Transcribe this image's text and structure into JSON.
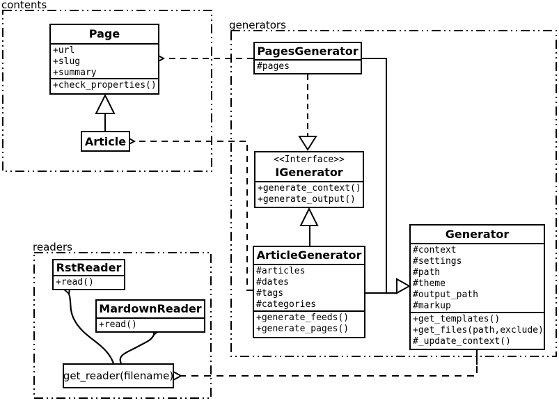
{
  "packages": {
    "contents": {
      "label": "contents"
    },
    "generators": {
      "label": "generators"
    },
    "readers": {
      "label": "readers"
    }
  },
  "classes": {
    "page": {
      "title": "Page",
      "attributes": [
        "+url",
        "+slug",
        "+summary"
      ],
      "methods": [
        "+check_properties()"
      ]
    },
    "article": {
      "title": "Article"
    },
    "pages_generator": {
      "title": "PagesGenerator",
      "attributes": [
        "#pages"
      ]
    },
    "igenerator": {
      "stereotype": "<<Interface>>",
      "title": "IGenerator",
      "methods": [
        "+generate_context()",
        "+generate_output()"
      ]
    },
    "article_generator": {
      "title": "ArticleGenerator",
      "attributes": [
        "#articles",
        "#dates",
        "#tags",
        "#categories"
      ],
      "methods": [
        "+generate_feeds()",
        "+generate_pages()"
      ]
    },
    "generator": {
      "title": "Generator",
      "attributes": [
        "#context",
        "#settings",
        "#path",
        "#theme",
        "#output_path",
        "#markup"
      ],
      "methods": [
        "+get_templates()",
        "+get_files(path,exclude)",
        "#_update_context()"
      ]
    },
    "rst_reader": {
      "title": "RstReader",
      "methods": [
        "+read()"
      ]
    },
    "mardown_reader": {
      "title": "MardownReader",
      "methods": [
        "+read()"
      ]
    }
  },
  "functions": {
    "get_reader": {
      "label": "get_reader(filename)"
    }
  },
  "colors": {
    "line": "#000000",
    "background": "#ffffff"
  }
}
